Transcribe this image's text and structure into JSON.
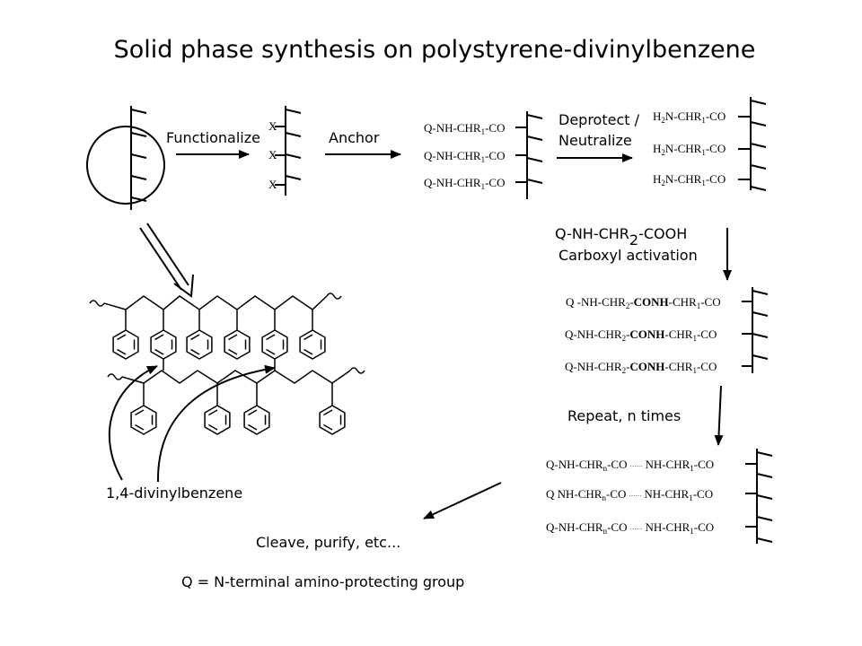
{
  "title": "Solid phase synthesis on polystyrene-divinylbenzene",
  "steps": {
    "functionalize": "Functionalize",
    "anchor": "Anchor",
    "deprotect_line1": "Deprotect /",
    "deprotect_line2": "Neutralize",
    "reagent": "Q-NH-CHR",
    "reagent_sub": "2",
    "reagent_tail": "-COOH",
    "activation": "Carboxyl activation",
    "repeat": "Repeat, n times",
    "cleave": "Cleave, purify, etc...",
    "divinyl": "1,4-divinylbenzene",
    "legend": "Q = N-terminal amino-protecting group"
  },
  "resin_x": {
    "label": "X"
  },
  "anchored": [
    {
      "pre": "Q-NH-CHR",
      "sub": "1",
      "post": "-CO"
    },
    {
      "pre": "Q-NH-CHR",
      "sub": "1",
      "post": "-CO"
    },
    {
      "pre": "Q-NH-CHR",
      "sub": "1",
      "post": "-CO"
    }
  ],
  "deprotected": [
    {
      "a": "H",
      "asub": "2",
      "pre": "N-CHR",
      "sub": "1",
      "post": "-CO"
    },
    {
      "a": "H",
      "asub": "2",
      "pre": "N-CHR",
      "sub": "1",
      "post": "-CO"
    },
    {
      "a": "H",
      "asub": "2",
      "pre": "N-CHR",
      "sub": "1",
      "post": "-CO"
    }
  ],
  "coupled": [
    {
      "pre": "Q -NH-CHR",
      "sub": "2",
      "mid": "-",
      "bold": "CONH",
      "rest": "-CHR",
      "sub2": "1",
      "post": "-CO"
    },
    {
      "pre": "Q-NH-CHR",
      "sub": "2",
      "mid": "-",
      "bold": "CONH",
      "rest": "-CHR",
      "sub2": "1",
      "post": "-CO"
    },
    {
      "pre": "Q-NH-CHR",
      "sub": "2",
      "mid": "-",
      "bold": "CONH",
      "rest": "-CHR",
      "sub2": "1",
      "post": "-CO"
    }
  ],
  "repeated": [
    {
      "pre": "Q-NH-CHR",
      "sub": "n",
      "post": "-CO",
      "dots": "······",
      "rest": "NH-CHR",
      "sub2": "1",
      "tail": "-CO"
    },
    {
      "pre": "Q NH-CHR",
      "sub": "n",
      "post": "-CO",
      "dots": "······",
      "rest": "NH-CHR",
      "sub2": "1",
      "tail": "-CO"
    },
    {
      "pre": "Q-NH-CHR",
      "sub": "n",
      "post": "-CO",
      "dots": "······",
      "rest": "NH-CHR",
      "sub2": "1",
      "tail": "-CO"
    }
  ]
}
